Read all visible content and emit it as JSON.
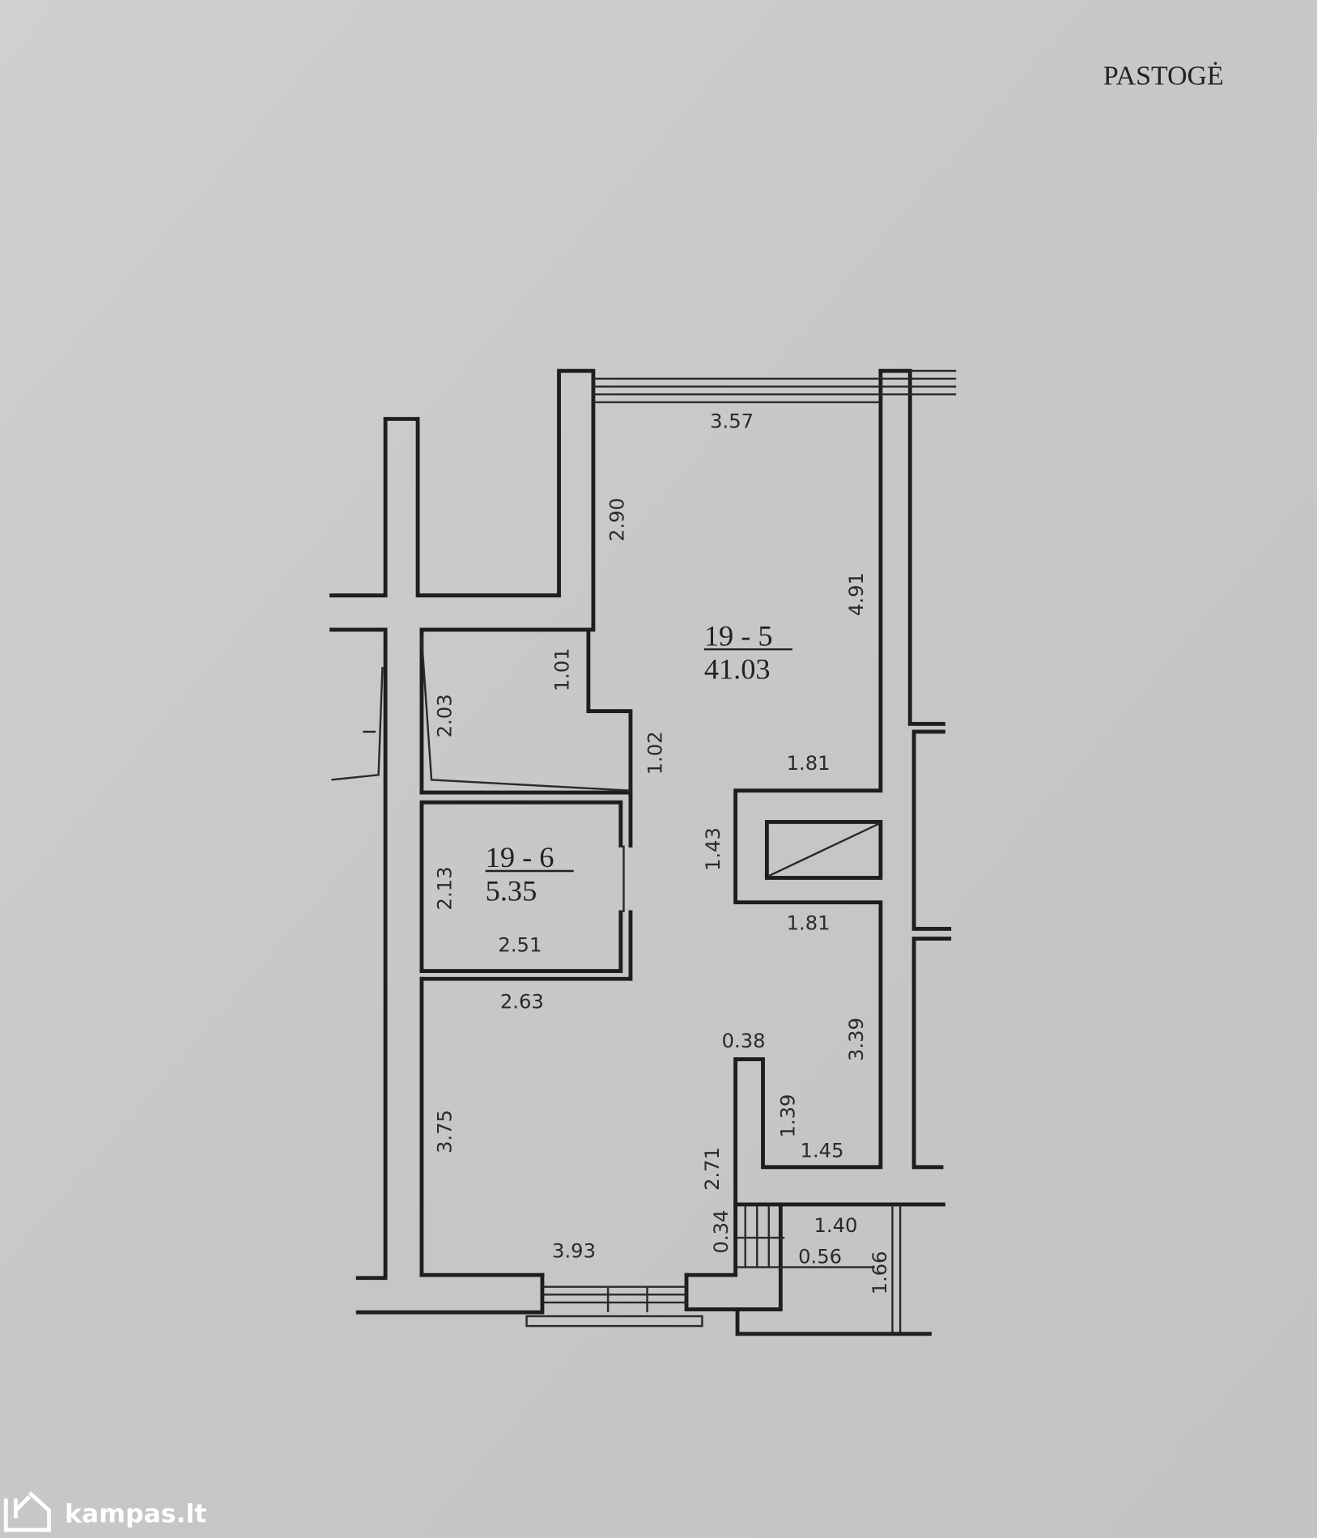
{
  "title": "PASTOGĖ",
  "rooms": [
    {
      "id": "19 - 5",
      "area": "41.03"
    },
    {
      "id": "19 - 6",
      "area": "5.35"
    }
  ],
  "dimensions": {
    "top_width": "3.57",
    "d290": "2.90",
    "d491": "4.91",
    "d101": "1.01",
    "d203": "2.03",
    "d102": "1.02",
    "d181a": "1.81",
    "d143": "1.43",
    "d181b": "1.81",
    "d213": "2.13",
    "d251": "2.51",
    "d263": "2.63",
    "d339": "3.39",
    "d038": "0.38",
    "d139": "1.39",
    "d145": "1.45",
    "d375": "3.75",
    "d271": "2.71",
    "d034": "0.34",
    "d393": "3.93",
    "d140": "1.40",
    "d056": "0.56",
    "d166": "1.66"
  },
  "watermark": "kampas.lt",
  "colors": {
    "paper": "#c9cac9",
    "ink": "#1e1e1e"
  }
}
